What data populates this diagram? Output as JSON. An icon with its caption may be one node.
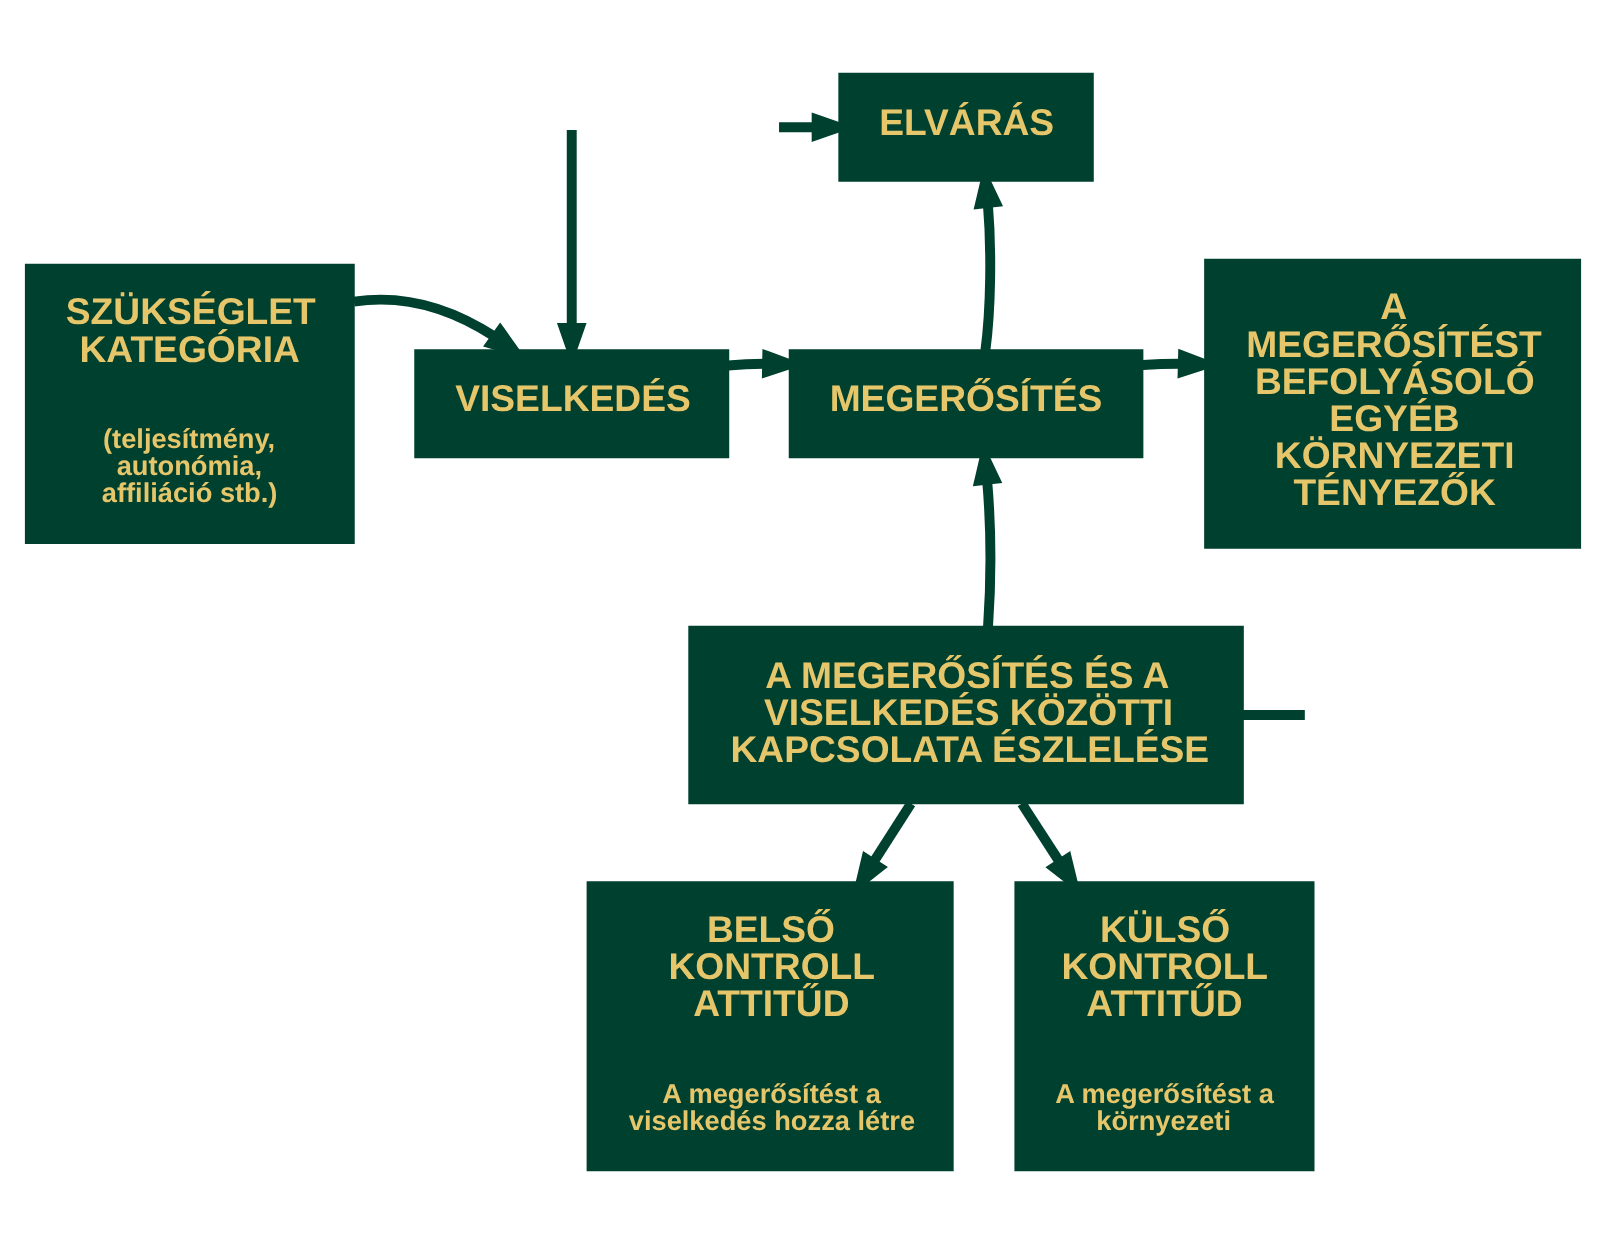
{
  "diagram": {
    "nodes": [
      {
        "text": [
          "ELVÁRÁS"
        ]
      },
      {
        "text": [
          "SZÜKSÉGLET KATEGÓRIA",
          "(teljesítmény, autonómia, affiliáció stb.)"
        ]
      },
      {
        "text": [
          "VISELKEDÉS"
        ]
      },
      {
        "text": [
          "MEGERŐSÍTÉS"
        ]
      },
      {
        "text": [
          "A MEGERŐSÍTÉST BEFOLYÁSOLÓ EGYÉB KÖRNYEZETI TÉNYEZŐK"
        ]
      },
      {
        "text": [
          "A MEGERŐSÍTÉS ÉS A VISELKEDÉS KÖZÖTTI KAPCSOLATA ÉSZLELÉSE"
        ]
      },
      {
        "text": [
          "BELSŐ KONTROLL ATTITŰD",
          "A megerősítést a viselkedés hozza létre"
        ]
      },
      {
        "text": [
          "KÜLSŐ KONTROLL ATTITŰD",
          "A megerősítést a környezeti"
        ]
      }
    ],
    "edges": [
      {
        "from": null,
        "to": 0,
        "arrow": "to"
      },
      {
        "from": null,
        "to": 2,
        "arrow": "to"
      },
      {
        "from": 1,
        "to": 2,
        "arrow": "to"
      },
      {
        "from": 2,
        "to": 3,
        "arrow": "to"
      },
      {
        "from": 3,
        "to": 0,
        "arrow": "to"
      },
      {
        "from": 3,
        "to": 4,
        "arrow": "to"
      },
      {
        "from": 5,
        "to": 3,
        "arrow": "to"
      },
      {
        "from": 5,
        "to": null,
        "arrow": "none"
      },
      {
        "from": 5,
        "to": 6,
        "arrow": "to"
      },
      {
        "from": 5,
        "to": 7,
        "arrow": "to"
      }
    ]
  }
}
